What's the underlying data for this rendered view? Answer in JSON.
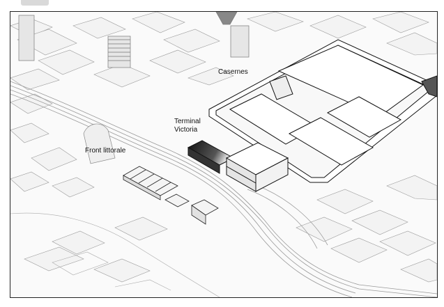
{
  "labels": {
    "casernes": "Casernes",
    "terminal_line1": "Terminal",
    "terminal_line2": "Victoria",
    "front": "Front littorale"
  },
  "colors": {
    "background": "#fafafa",
    "building_stroke": "#888888",
    "building_fill": "#f1f1f1",
    "rail": "#9a9a9a",
    "highlight_stroke": "#111111",
    "terminal_gradient_dark": "#222222"
  }
}
